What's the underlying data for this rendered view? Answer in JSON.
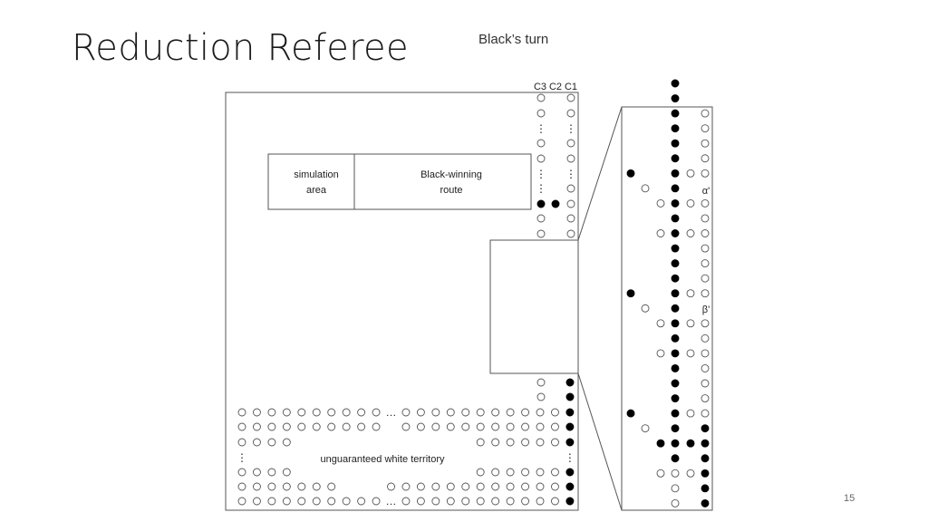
{
  "slide": {
    "title": "Reduction Referee",
    "turn_label": "Black’s turn",
    "page_number": "15"
  },
  "diagram": {
    "columns": [
      "C3",
      "C2",
      "C1"
    ],
    "simulation_area_label": [
      "simulation",
      "area"
    ],
    "black_winning_route_label": [
      "Black-winning",
      "route"
    ],
    "territory_label": "unguaranteed white territory",
    "alpha_label": "α'",
    "beta_label": "β'",
    "ellipsis": "…",
    "vellipsis": "⋮"
  },
  "colors": {
    "black_stone": "#000000",
    "white_stone_stroke": "#555555",
    "border": "#555555"
  }
}
